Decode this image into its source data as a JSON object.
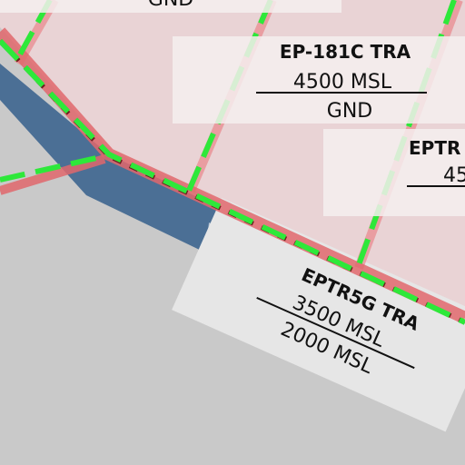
{
  "map": {
    "colors": {
      "background": "#c9c9c9",
      "tra_fill": "#e8d2d4",
      "tra_border": "#e06a6a",
      "route": "#2ee83a",
      "shadow_band": "#4a6e93",
      "label_box": "#f4eeee",
      "eptr5g_fill": "#b6c4d2"
    },
    "labels": {
      "top_partial": {
        "lower": "GND"
      },
      "ep181c": {
        "name": "EP-181C TRA",
        "upper": "4500 MSL",
        "lower": "GND"
      },
      "eptr_right": {
        "name": "EPTR",
        "upper": "45"
      },
      "eptr5g": {
        "name": "EPTR5G TRA",
        "upper": "3500 MSL",
        "lower": "2000 MSL"
      }
    }
  }
}
